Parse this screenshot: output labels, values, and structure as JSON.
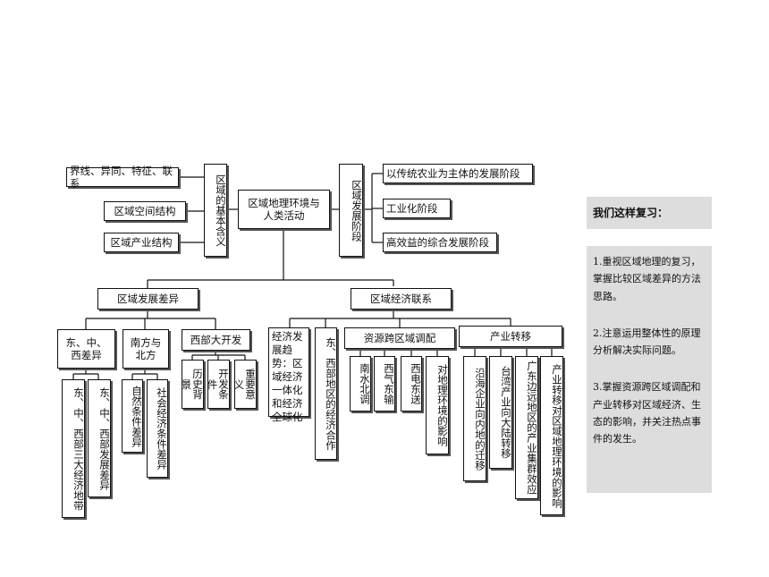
{
  "diagram": {
    "root": "区域地理环境与人类活动",
    "meaning": {
      "label": "区域的基本含义",
      "items": [
        "界线、异同、特征、联系",
        "区域空间结构",
        "区域产业结构"
      ]
    },
    "stages": {
      "label": "区域发展阶段",
      "items": [
        "以传统农业为主体的发展阶段",
        "工业化阶段",
        "高效益的综合发展阶段"
      ]
    },
    "difference": {
      "label": "区域发展差异",
      "east_mid_west": {
        "label": "东、中、西差异",
        "items": [
          "东、中、西部三大经济地带",
          "东、中、西部发展差异"
        ]
      },
      "north_south": {
        "label": "南方与北方",
        "items": [
          "自然条件差异",
          "社会经济条件差异"
        ]
      },
      "west_dev": {
        "label": "西部大开发",
        "items": [
          "历史背景",
          "开发条件",
          "重要意义"
        ]
      }
    },
    "connection": {
      "label": "区域经济联系",
      "trend": "经济发展趋势：区域经济一体化和经济全球化",
      "cooperation": "东、西部地区的经济合作",
      "resource": {
        "label": "资源跨区域调配",
        "items": [
          "南水北调",
          "西气东输",
          "西电东送",
          "对地理环境的影响"
        ]
      },
      "industry": {
        "label": "产业转移",
        "items": [
          "沿海企业向内地的迁移",
          "台湾产业向大陆转移",
          "广东边远地区的产业集群效应",
          "产业转移对区域地理环境的影响"
        ]
      }
    }
  },
  "sidebar": {
    "title": "我们这样复习：",
    "points": [
      "1.重视区域地理的复习，掌握比较区域差异的方法思路。",
      "2.注意运用整体性的原理分析解决实际问题。",
      "3.掌握资源跨区域调配和产业转移对区域经济、生态的影响，并关注热点事件的发生。"
    ]
  },
  "colors": {
    "line": "#111111",
    "sidebar_bg": "#dddddd",
    "shadow": "#555555"
  }
}
